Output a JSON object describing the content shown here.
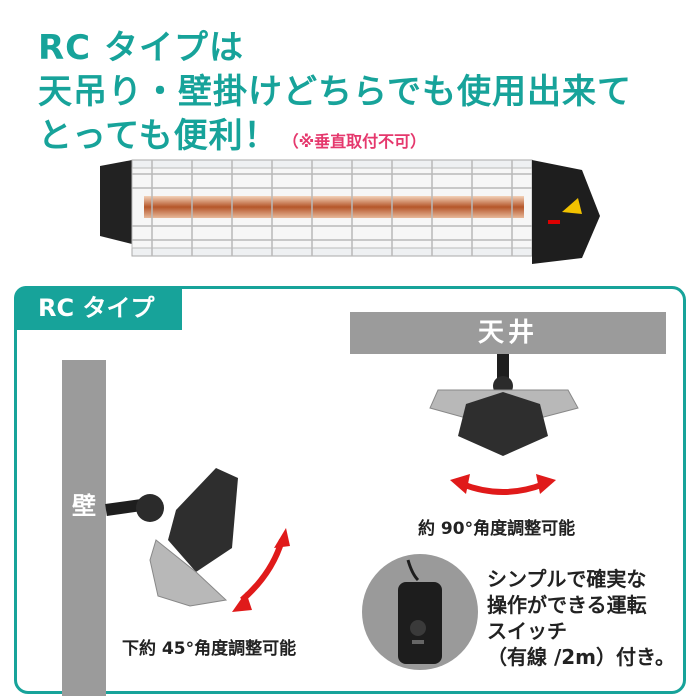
{
  "headline": {
    "line1": "RC タイプは",
    "line2": "天吊り・壁掛けどちらでも使用出来て",
    "line3": "とっても便利！",
    "note": "（※垂直取付不可）"
  },
  "panel": {
    "label": "RC タイプ",
    "ceiling_label": "天井",
    "wall_label": "壁",
    "ceiling_caption": "約 90°角度調整可能",
    "wall_caption": "下約 45°角度調整可能",
    "switch_lines": [
      "シンプルで確実な",
      "操作ができる運転",
      "スイッチ",
      "（有線 /2m）付き。"
    ]
  },
  "colors": {
    "accent": "#17a39a",
    "note": "#e5386d",
    "arrow": "#e01a1a",
    "gray": "#9b9b9b"
  }
}
